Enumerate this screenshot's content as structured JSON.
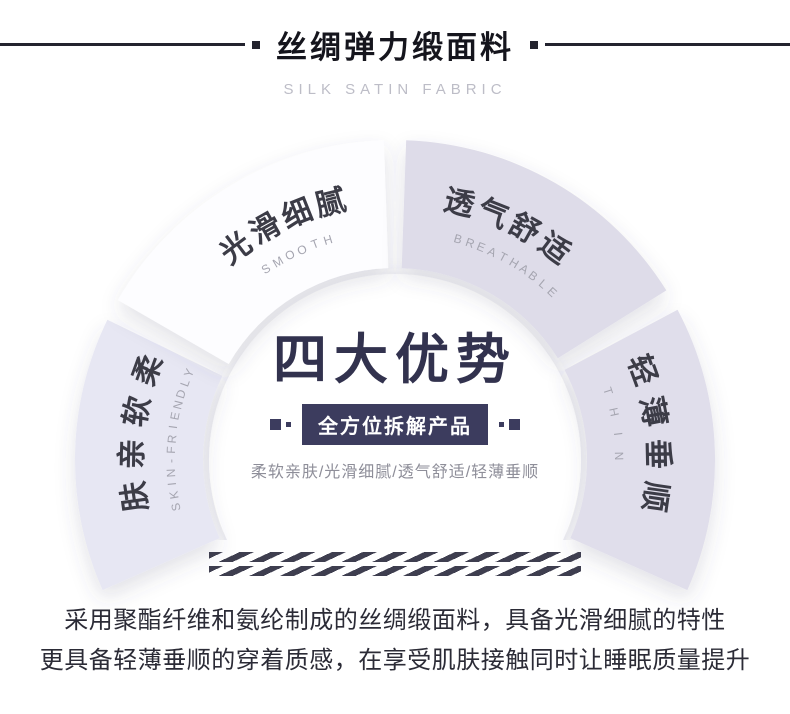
{
  "colors": {
    "ink": "#23232e",
    "banner_bg": "#3c3c5e",
    "center_title": "#32324e",
    "arc_left": "#e7e7f3",
    "arc_top_left": "#fdfdff",
    "arc_top_right": "#dedce9",
    "arc_right": "#e0deeb"
  },
  "header": {
    "title": "丝绸弹力缎面料",
    "subtitle": "SILK SATIN FABRIC"
  },
  "diagram": {
    "center_title": "四大优势",
    "banner": "全方位拆解产品",
    "features_line": "柔软亲肤/光滑细腻/透气舒适/轻薄垂顺",
    "arcs": [
      {
        "id": "skin-friendly",
        "zh": "柔软亲肤",
        "en": "SKIN-FRIENDLY"
      },
      {
        "id": "smooth",
        "zh": "光滑细腻",
        "en": "SMOOTH"
      },
      {
        "id": "breathable",
        "zh": "透气舒适",
        "en": "BREATHABLE"
      },
      {
        "id": "thin",
        "zh": "轻薄垂顺",
        "en": "THIN"
      }
    ]
  },
  "footer": {
    "line1": "采用聚酯纤维和氨纶制成的丝绸缎面料，具备光滑细腻的特性",
    "line2": "更具备轻薄垂顺的穿着质感，在享受肌肤接触同时让睡眠质量提升"
  }
}
